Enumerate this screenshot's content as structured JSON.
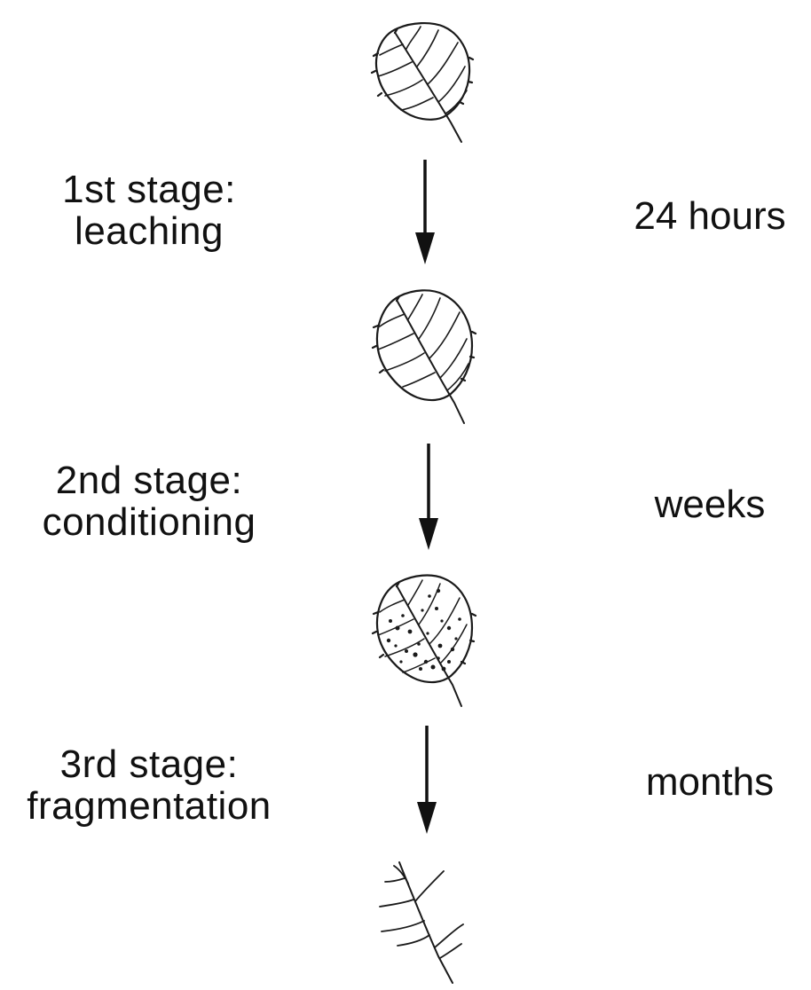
{
  "stages": [
    {
      "title": "1st stage:",
      "process": "leaching",
      "duration": "24 hours"
    },
    {
      "title": "2nd stage:",
      "process": "conditioning",
      "duration": "weeks"
    },
    {
      "title": "3rd stage:",
      "process": "fragmentation",
      "duration": "months"
    }
  ],
  "leaves": [
    {
      "state": "intact",
      "icon": "fresh-leaf-icon"
    },
    {
      "state": "leached",
      "icon": "leached-leaf-icon"
    },
    {
      "state": "conditioned",
      "icon": "conditioned-leaf-icon"
    },
    {
      "state": "fragmented",
      "icon": "leaf-skeleton-icon"
    }
  ]
}
